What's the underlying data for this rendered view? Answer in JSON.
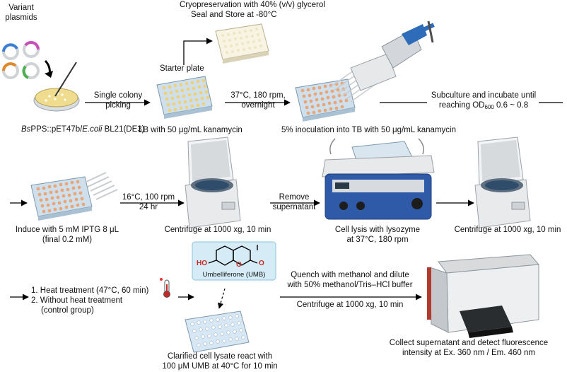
{
  "labels": {
    "variant_plasmids": [
      "Variant",
      "plasmids"
    ],
    "strain_prefix": "Bs",
    "strain_mid": "PPS::pET47b/",
    "strain_ecoli": "E.coli",
    "strain_suffix": " BL21(DE3)",
    "single_colony": [
      "Single colony",
      "picking"
    ],
    "cryo_line1": "Cryopreservation with 40% (v/v) glycerol",
    "cryo_line2": "Seal and Store at -80°C",
    "starter_plate": "Starter plate",
    "lb_kan": "LB with 50 μg/mL kanamycin",
    "growth_cond": [
      "37°C, 180 rpm,",
      "overnight"
    ],
    "inoculation": "5% inoculation into TB with 50 μg/mL kanamycin",
    "subculture_line1": "Subculture and incubate until",
    "subculture_prefix": "reaching OD",
    "subculture_sub": "600",
    "subculture_suffix": " 0.6 ~ 0.8",
    "induction_cond": [
      "16°C, 100 rpm",
      "24 hr"
    ],
    "induce": [
      "Induce with 5 mM IPTG 8 μL",
      "(final 0.2 mM)"
    ],
    "centrifuge_1": "Centrifuge at 1000 xg, 10 min",
    "remove_supernatant": [
      "Remove",
      "supernatant"
    ],
    "cell_lysis": [
      "Cell lysis with lysozyme",
      "at 37°C, 180 rpm"
    ],
    "centrifuge_2": "Centrifuge at 1000 xg, 10 min",
    "heat_treatment": "1. Heat treatment (47°C, 60 min)",
    "without_heat": [
      "2. Without heat treatment",
      "(control group)"
    ],
    "umb_ho": "HO",
    "umb_o": "O",
    "umb_o2": "O",
    "umb_name": "Umbelliferone (UMB)",
    "quench": [
      "Quench with methanol and dilute",
      "with 50% methanol/Tris–HCl buffer"
    ],
    "centrifuge_3": "Centrifuge at 1000 xg, 10 min",
    "clarified": [
      "Clarified cell lysate react with",
      "100 μM UMB at 40°C for 10 min"
    ],
    "collect": [
      "Collect supernatant and detect fluorescence",
      "intensity at Ex. 360 nm / Em. 460 nm"
    ]
  },
  "colors": {
    "plate_fill": "#cfe0ec",
    "well_yellow": "#ecd27a",
    "well_orange": "#e8a679",
    "well_cream": "#f4ecd0",
    "centrifuge": "#e9eaec",
    "shaker_blue": "#2e5aa8",
    "umb_box": "#d5ecf7",
    "plasmid_blue": "#3b7fd4",
    "plasmid_pink": "#c84fb8",
    "plasmid_orange": "#e08a2c",
    "plasmid_green": "#4caf50"
  }
}
